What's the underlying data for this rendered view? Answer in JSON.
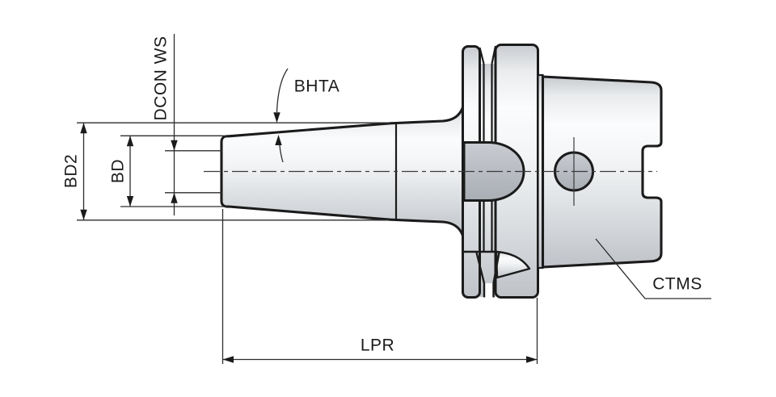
{
  "drawing": {
    "type": "tool-holder-dimension-drawing",
    "labels": {
      "bd2": "BD2",
      "bd": "BD",
      "dcon_ws": "DCON WS",
      "bhta": "BHTA",
      "lpr": "LPR",
      "ctms": "CTMS"
    },
    "colors": {
      "outline": "#1b1b1b",
      "dimension_lines": "#2d2d2d",
      "body_highlight": "#fbfcfd",
      "body_shadow": "#bfc3c8",
      "recess_fill": "#b9bdc3",
      "background": "#ffffff"
    }
  }
}
